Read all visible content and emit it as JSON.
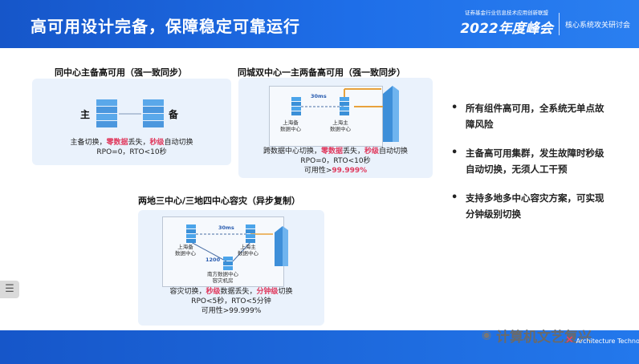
{
  "header": {
    "title": "高可用设计完备，保障稳定可靠运行",
    "conference_org": "证券基金行业信息技术应用创新联盟",
    "conference_name": "2022年度峰会",
    "subtitle": "核心系统攻关研讨会"
  },
  "panel1": {
    "title": "同中心主备高可用（强一致同步）",
    "primary_label": "主",
    "backup_label": "备",
    "caption_pre": "主备切换，",
    "caption_hl1": "零数据",
    "caption_mid": "丢失，",
    "caption_hl2": "秒级",
    "caption_post": "自动切换",
    "caption_line2": "RPO=0，RTO<10秒"
  },
  "panel2": {
    "title": "同城双中心一主两备高可用（强一致同步）",
    "latency": "30ms",
    "dc_backup": "上海备\n数据中心",
    "dc_primary": "上海主\n数据中心",
    "caption_pre": "跨数据中心切换，",
    "caption_hl1": "零数据",
    "caption_mid": "丢失，",
    "caption_hl2": "秒级",
    "caption_post": "自动切换",
    "caption_line2": "RPO=0，RTO<10秒",
    "caption_line3_pre": "可用性>",
    "caption_line3_hl": "99.999%"
  },
  "panel3": {
    "title": "两地三中心/三地四中心容灾（异步复制）",
    "latency_top": "30ms",
    "latency_left": "1200",
    "dc_backup": "上海备\n数据中心",
    "dc_primary": "上海主\n数据中心",
    "dc_south": "南方数据中心\n容灾机房",
    "caption_pre": "容灾切换，",
    "caption_hl1": "秒级",
    "caption_mid": "数据丢失，",
    "caption_hl2": "分钟级",
    "caption_post": "切换",
    "caption_line2": "RPO<5秒，RTO<5分钟",
    "caption_line3": "可用性>99.999%"
  },
  "bullets": [
    {
      "text": "所有组件高可用，全系统无单点故障风险"
    },
    {
      "text": "主备高可用集群，发生故障时秒级自动切换，无须人工干预"
    },
    {
      "text": "支持多地多中心容灾方案，可实现分钟级别切换"
    }
  ],
  "watermark": "计算机文艺复兴",
  "logo_text": "Architecture Technology",
  "side_button_icon": "list-icon",
  "colors": {
    "header": "#1e6ee8",
    "highlight": "#e03a5e",
    "panel_bg": "#eaf2fc"
  }
}
